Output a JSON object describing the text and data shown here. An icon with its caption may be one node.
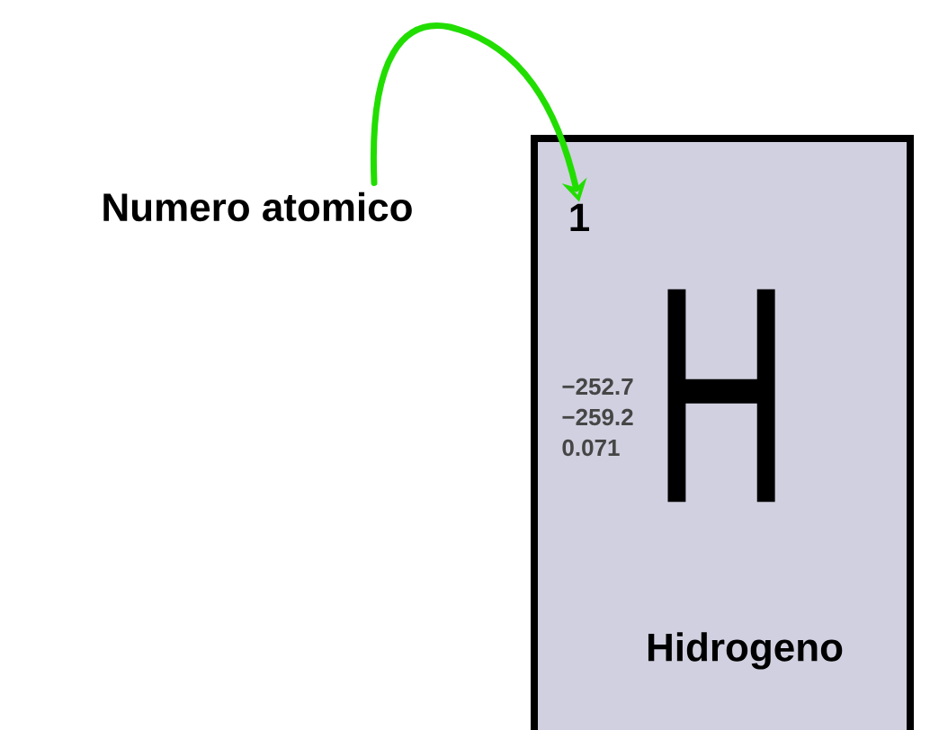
{
  "diagram": {
    "nodes": [
      {
        "text": [
          "Numero atomico"
        ]
      },
      {
        "text": [
          "−252.7",
          "−259.2",
          "0.071",
          "H",
          "Hidrogeno"
        ]
      },
      {
        "text": [
          "1"
        ],
        "in": 1
      }
    ],
    "edges": [
      {
        "from": 0,
        "to": 2,
        "arrow": "to",
        "color": "#22dd00"
      }
    ]
  }
}
